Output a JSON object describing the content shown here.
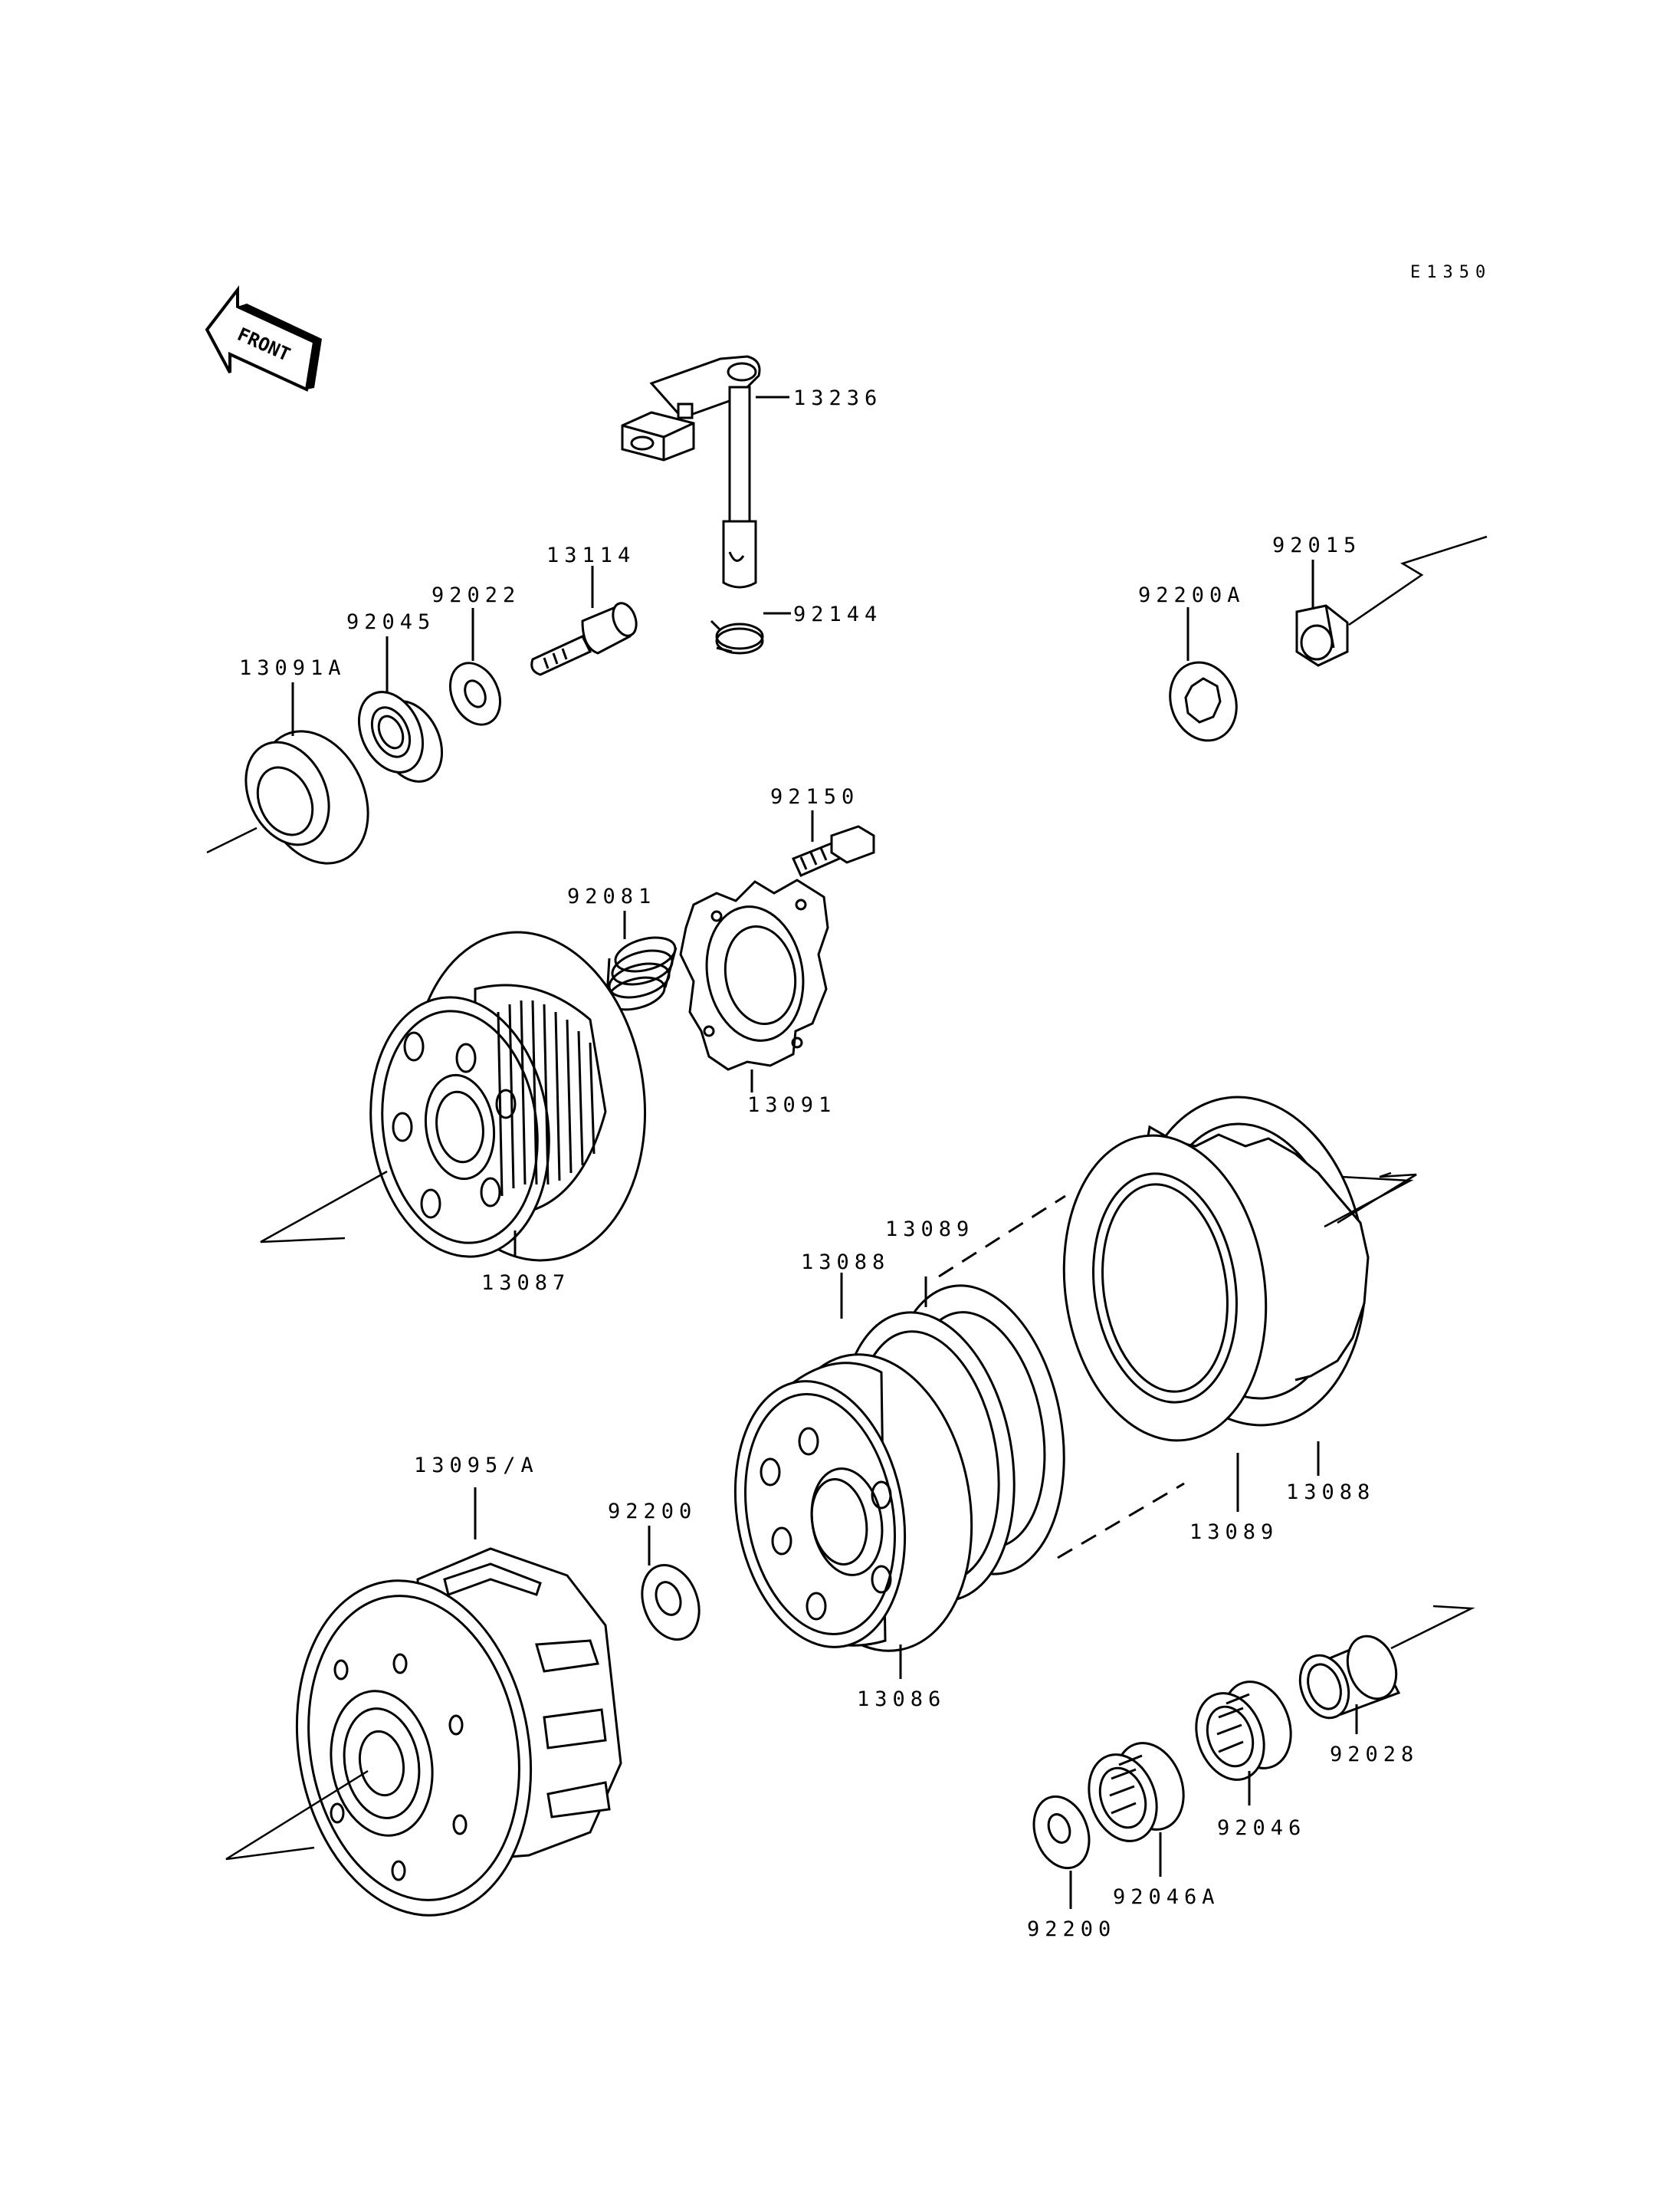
{
  "diagram_code": "E1350",
  "front_marker": "FRONT",
  "labels": {
    "p13236": "13236",
    "p92144": "92144",
    "p13114": "13114",
    "p92022": "92022",
    "p92045": "92045",
    "p13091A": "13091A",
    "p92015": "92015",
    "p92200A": "92200A",
    "p92150": "92150",
    "p92081": "92081",
    "p13091": "13091",
    "p13087": "13087",
    "p13089_top": "13089",
    "p13088_left": "13088",
    "p13089_right": "13089",
    "p13088_right": "13088",
    "p13095A": "13095/A",
    "p92200_mid": "92200",
    "p13086": "13086",
    "p92028": "92028",
    "p92046": "92046",
    "p92046A": "92046A",
    "p92200_bottom": "92200"
  }
}
